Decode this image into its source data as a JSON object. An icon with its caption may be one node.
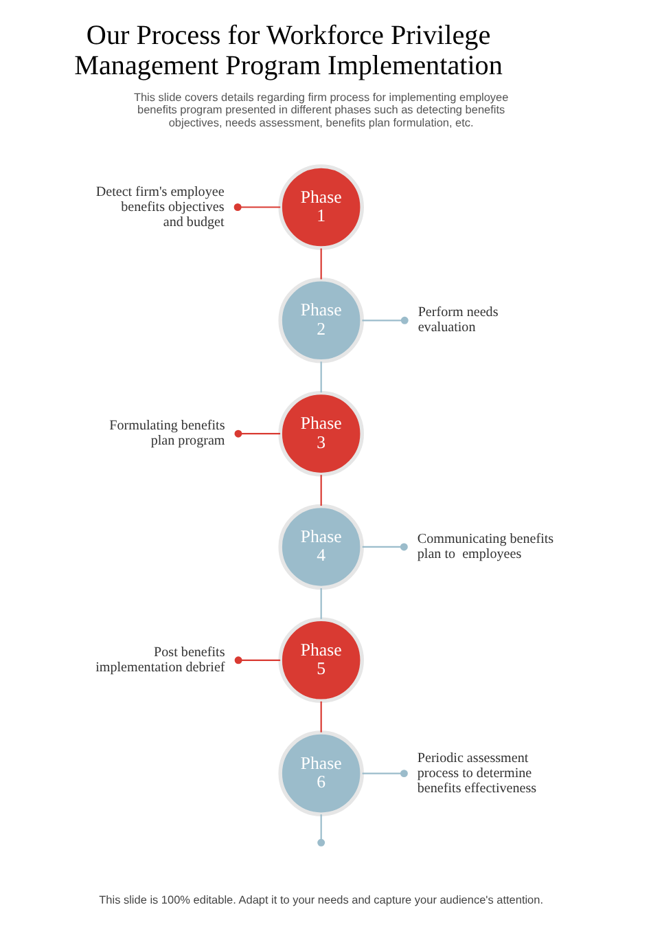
{
  "diagram": {
    "title": "Our Process for Workforce Privilege Management Program Implementation",
    "nodes": [
      {
        "text": [
          "Detect firm's employee benefits objectives and budget"
        ]
      },
      {
        "text": [
          "Phase 1"
        ]
      },
      {
        "text": [
          "Phase 2"
        ]
      },
      {
        "text": [
          "Perform needs evaluation"
        ]
      },
      {
        "text": [
          "Formulating benefits plan program"
        ]
      },
      {
        "text": [
          "Phase 3"
        ]
      },
      {
        "text": [
          "Phase 4"
        ]
      },
      {
        "text": [
          "Communicating benefits plan to  employees"
        ]
      },
      {
        "text": [
          "Post benefits implementation debrief"
        ]
      },
      {
        "text": [
          "Phase 5"
        ]
      },
      {
        "text": [
          "Phase 6"
        ]
      },
      {
        "text": [
          "Periodic assessment process to determine benefits effectiveness"
        ]
      }
    ],
    "edges": [
      {
        "from": 0,
        "to": 1,
        "arrow": "other"
      },
      {
        "from": 1,
        "to": 2,
        "arrow": "none"
      },
      {
        "from": 2,
        "to": 3,
        "arrow": "other",
        "color": "#9bbccb"
      },
      {
        "from": 2,
        "to": 5,
        "arrow": "none",
        "color": "#9bbccb"
      },
      {
        "from": 4,
        "to": 5,
        "arrow": "other"
      },
      {
        "from": 5,
        "to": 6,
        "arrow": "none"
      },
      {
        "from": 6,
        "to": 7,
        "arrow": "other",
        "color": "#9bbccb"
      },
      {
        "from": 6,
        "to": 9,
        "arrow": "none",
        "color": "#9bbccb"
      },
      {
        "from": 8,
        "to": 9,
        "arrow": "other"
      },
      {
        "from": 9,
        "to": 10,
        "arrow": "none"
      },
      {
        "from": 10,
        "to": 11,
        "arrow": "other",
        "color": "#9bbccb"
      },
      {
        "from": 10,
        "to": null,
        "arrow": "other",
        "color": "#9bbccb"
      }
    ],
    "labels": [
      "This slide covers details regarding firm process for implementing employee benefits program presented in different phases such as detecting benefits objectives, needs assessment, benefits plan formulation, etc.",
      "This slide is 100% editable. Adapt it to your needs and capture your audience's attention."
    ]
  }
}
